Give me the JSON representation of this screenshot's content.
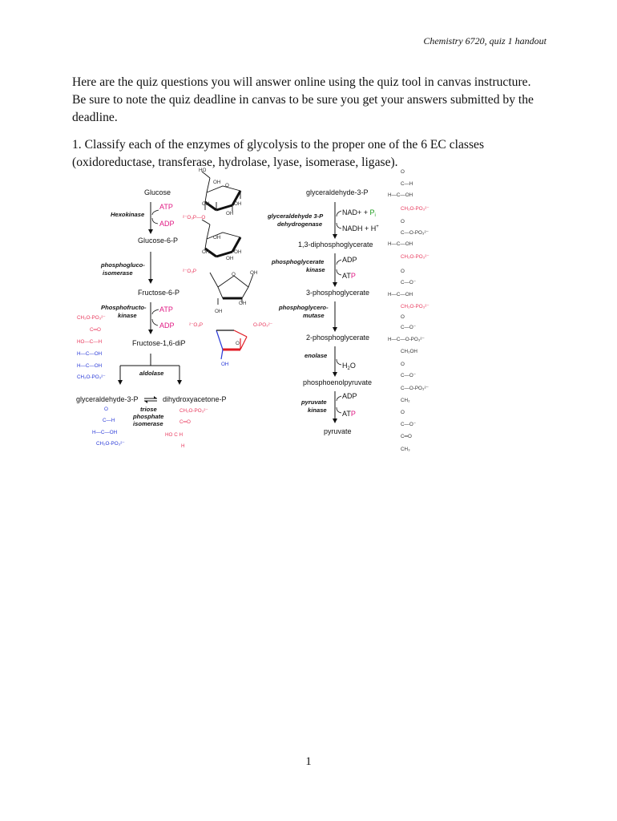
{
  "header": {
    "title": "Chemistry 6720, quiz 1 handout"
  },
  "intro": "Here are the quiz questions you will answer online using the quiz tool in canvas instructure. Be sure to note the quiz deadline in canvas to be sure you get your answers submitted by the deadline.",
  "question1": "1. Classify each of the enzymes of glycolysis to the proper one of the 6 EC classes (oxidoreductase, transferase, hydrolase, lyase, isomerase, ligase).",
  "page_number": "1",
  "pathway": {
    "left": {
      "glucose": "Glucose",
      "hexokinase": "Hexokinase",
      "atp1": "ATP",
      "adp1": "ADP",
      "g6p": "Glucose-6-P",
      "pgi1": "phosphogluco-",
      "pgi2": "isomerase",
      "f6p": "Fructose-6-P",
      "pfk1": "Phosphofructo-",
      "pfk2": "kinase",
      "atp2": "ATP",
      "adp2": "ADP",
      "f16bp": "Fructose-1,6-diP",
      "aldolase": "aldolase",
      "gap": "glyceraldehyde-3-P",
      "dhap": "dihydroxyacetone-P",
      "tpi1": "triose",
      "tpi2": "phosphate",
      "tpi3": "isomerase"
    },
    "right": {
      "gap": "glyceraldehyde-3-P",
      "gapdh1": "glyceraldehyde 3-P",
      "gapdh2": "dehydrogenase",
      "nad": "NAD+ + ",
      "pi": "P",
      "pi_sub": "i",
      "nadh": "NADH + H",
      "nadh_sup": "+",
      "bpg": "1,3-diphosphoglycerate",
      "pgk1": "phosphoglycerate",
      "pgk2": "kinase",
      "adp3": "ADP",
      "atp3": "AT",
      "atp3p": "P",
      "pg3": "3-phosphoglycerate",
      "pgm1": "phosphoglycero-",
      "pgm2": "mutase",
      "pg2": "2-phosphoglycerate",
      "enolase": "enolase",
      "h2o": "H",
      "h2o_sub": "2",
      "h2o_o": "O",
      "pep": "phosphoenolpyruvate",
      "pk1": "pyruvate",
      "pk2": "kinase",
      "adp4": "ADP",
      "atp4": "AT",
      "atp4p": "P",
      "pyruvate": "pyruvate"
    },
    "structures": {
      "ho": "HO",
      "oh": "OH",
      "o": "O",
      "p2o3p": "²⁻O₃P",
      "po3o": "²⁻O₃P—O",
      "ch2opo3": "CH₂O-PO₃²⁻",
      "opo3": "O-PO₃²⁻",
      "cooh": "C—O⁻",
      "hc_oh": "H—C—OH",
      "ho_ch": "HO—C—H",
      "cho": "C—H",
      "c_o": "C═O",
      "ch2": "CH₂",
      "ch3": "CH₃",
      "c_opo3": "C—O-PO₃²⁻",
      "ch2oh": "CH₂OH",
      "hc_opo3": "H—C—O-PO₃²⁻",
      "cp": "C",
      "h": "H",
      "ho_c_h": "HO   C   H"
    }
  }
}
